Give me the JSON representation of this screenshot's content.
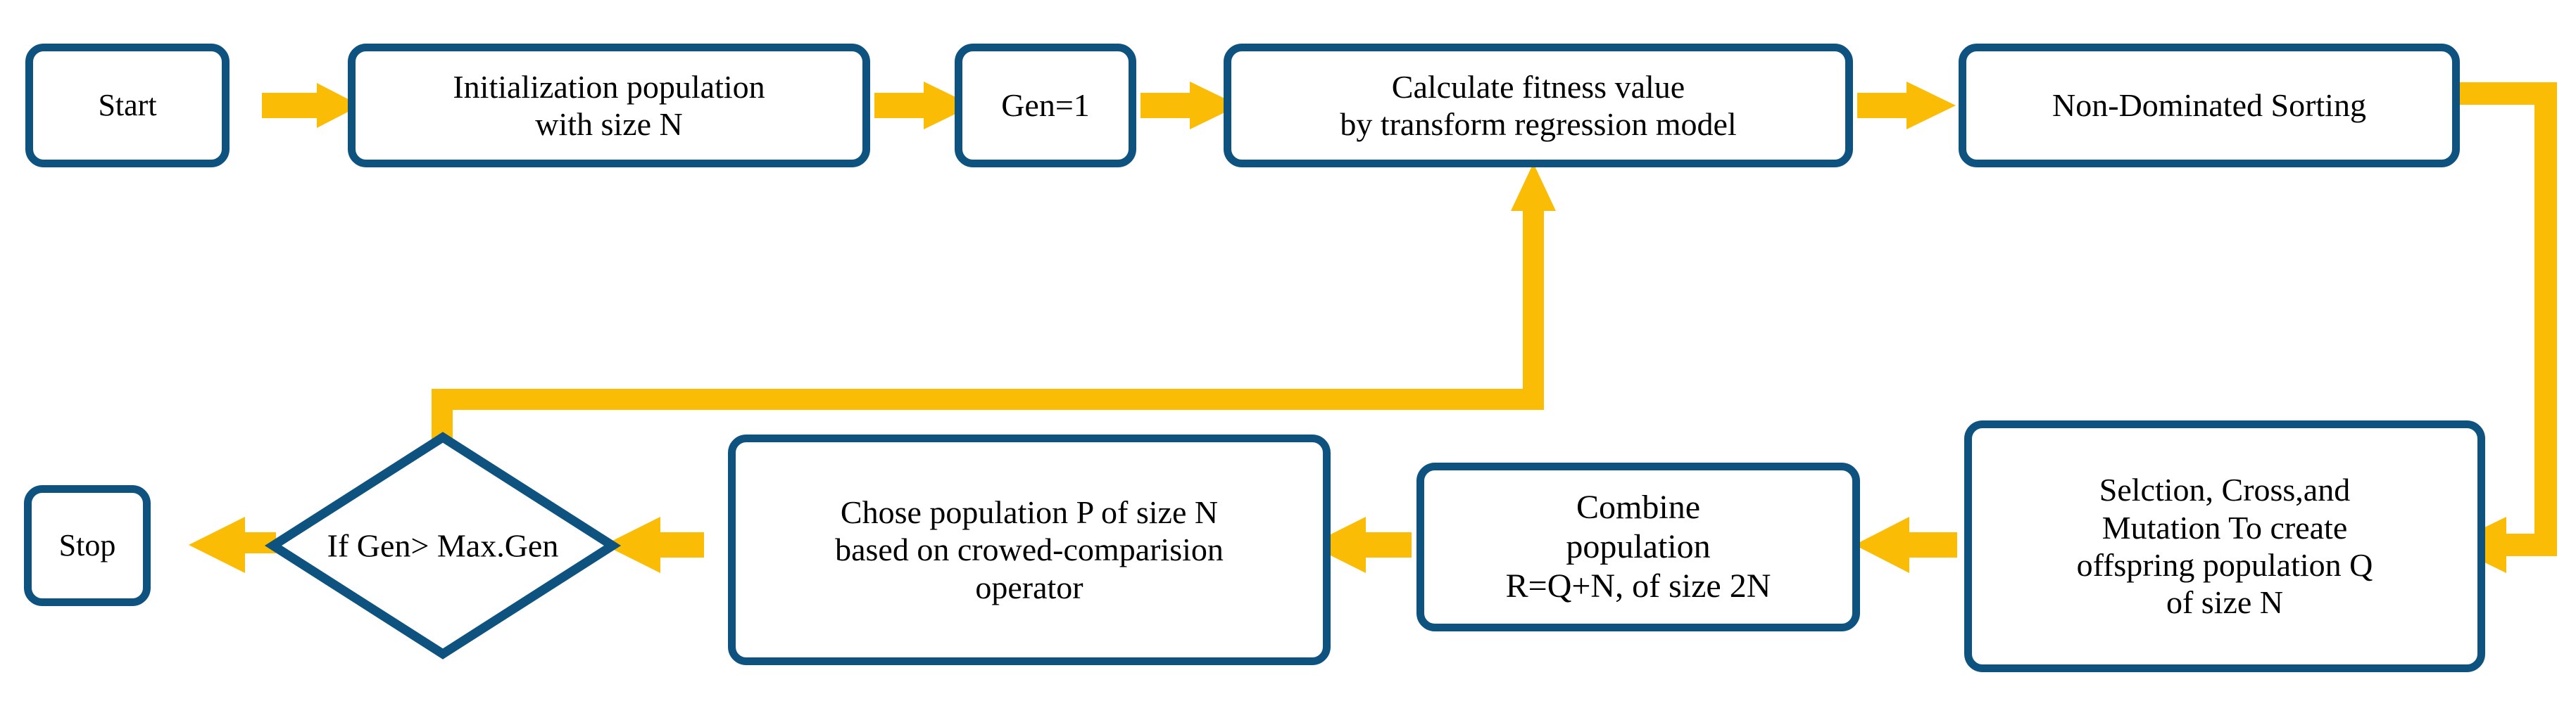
{
  "diagram": {
    "title": "NSGA-II multi-objective optimization flowchart",
    "type": "flowchart",
    "colors": {
      "node_border": "#0E5380",
      "node_fill": "#FFFFFF",
      "connector": "#FBBC05",
      "text": "#000000",
      "background": "#FFFFFF"
    }
  },
  "nodes": {
    "start": {
      "label": "Start",
      "shape": "rounded-rect"
    },
    "init": {
      "label": "Initialization population\nwith size N",
      "shape": "rounded-rect"
    },
    "gen": {
      "label": "Gen=1",
      "shape": "rounded-rect"
    },
    "fitness": {
      "label": "Calculate fitness value\nby transform regression model",
      "shape": "rounded-rect"
    },
    "sorting": {
      "label": "Non-Dominated Sorting",
      "shape": "rounded-rect"
    },
    "selection": {
      "label": "Selction, Cross,and\nMutation To create\noffspring population Q\nof size N",
      "shape": "rounded-rect"
    },
    "combine": {
      "label": "Combine\npopulation\nR=Q+N, of size 2N",
      "shape": "rounded-rect"
    },
    "chose": {
      "label": "Chose population P of size N\nbased on crowed-comparision\noperator",
      "shape": "rounded-rect"
    },
    "decision": {
      "label": "If Gen> Max.Gen",
      "shape": "diamond"
    },
    "stop": {
      "label": "Stop",
      "shape": "rounded-rect"
    }
  },
  "edges": [
    {
      "from": "start",
      "to": "init",
      "direction": "right"
    },
    {
      "from": "init",
      "to": "gen",
      "direction": "right"
    },
    {
      "from": "gen",
      "to": "fitness",
      "direction": "right"
    },
    {
      "from": "fitness",
      "to": "sorting",
      "direction": "right"
    },
    {
      "from": "sorting",
      "to": "selection",
      "direction": "right-down-left"
    },
    {
      "from": "selection",
      "to": "combine",
      "direction": "left"
    },
    {
      "from": "combine",
      "to": "chose",
      "direction": "left"
    },
    {
      "from": "chose",
      "to": "decision",
      "direction": "left"
    },
    {
      "from": "decision",
      "to": "stop",
      "direction": "left"
    },
    {
      "from": "decision",
      "to": "fitness",
      "direction": "up-right-up"
    }
  ]
}
